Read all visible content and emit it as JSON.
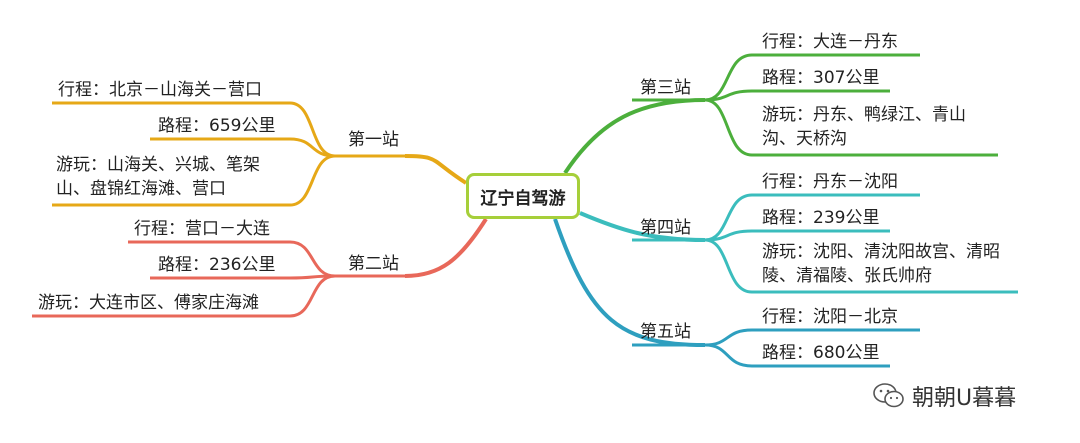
{
  "center": "辽宁自驾游",
  "stations": [
    {
      "title": "第一站",
      "color": "#e6a817",
      "items": [
        "行程：北京－山海关－营口",
        "路程：659公里",
        "游玩：山海关、兴城、笔架山、盘锦红海滩、营口"
      ]
    },
    {
      "title": "第二站",
      "color": "#e8685a",
      "items": [
        "行程：营口－大连",
        "路程：236公里",
        "游玩：大连市区、傅家庄海滩"
      ]
    },
    {
      "title": "第三站",
      "color": "#4caf3c",
      "items": [
        "行程：大连－丹东",
        "路程：307公里",
        "游玩：丹东、鸭绿江、青山沟、天桥沟"
      ]
    },
    {
      "title": "第四站",
      "color": "#3bbdbd",
      "items": [
        "行程：丹东－沈阳",
        "路程：239公里",
        "游玩：沈阳、清沈阳故宫、清昭陵、清福陵、张氏帅府"
      ]
    },
    {
      "title": "第五站",
      "color": "#2e9fbf",
      "items": [
        "行程：沈阳－北京",
        "路程：680公里"
      ]
    }
  ],
  "watermark": "朝朝U暮暮"
}
